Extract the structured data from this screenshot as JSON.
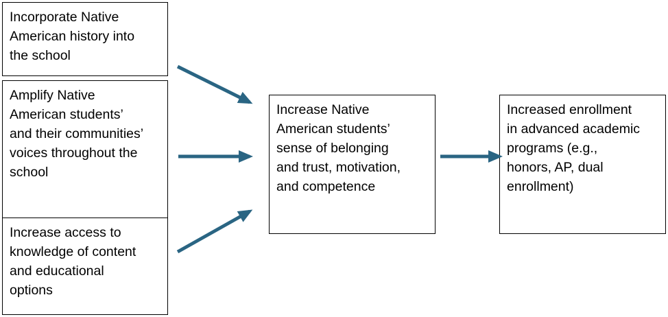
{
  "boxes": {
    "history": "Incorporate Native\nAmerican history into\nthe school",
    "voices": "Amplify Native\nAmerican students’\nand their communities’\nvoices throughout the\nschool",
    "access": "Increase access to\nknowledge of content\nand educational\noptions",
    "belonging": "Increase Native\nAmerican students’\nsense of belonging\nand trust, motivation,\nand competence",
    "enrollment": "Increased enrollment\nin advanced academic\nprograms (e.g.,\nhonors, AP, dual\nenrollment)"
  },
  "colors": {
    "arrow": "#2a6583",
    "border": "#000000",
    "text": "#000000"
  }
}
